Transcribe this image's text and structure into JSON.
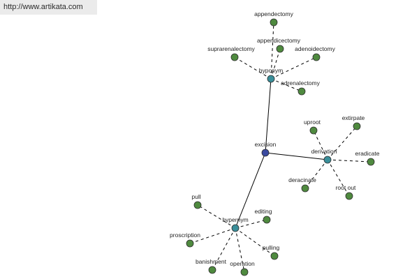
{
  "watermark": {
    "text": "http://www.artikata.com"
  },
  "colors": {
    "center": "#3a4aa0",
    "relation": "#3a8f9a",
    "leaf": "#4f8a3f"
  },
  "graph": {
    "nodes": [
      {
        "id": "excision",
        "label": "excision",
        "kind": "center"
      },
      {
        "id": "hyponym-top",
        "label": "hyponym",
        "kind": "relation"
      },
      {
        "id": "derivation",
        "label": "derivation",
        "kind": "relation"
      },
      {
        "id": "hypernym",
        "label": "hypernym",
        "kind": "relation"
      },
      {
        "id": "appendectomy",
        "label": "appendectomy",
        "kind": "leaf"
      },
      {
        "id": "appendicectomy",
        "label": "appendicectomy",
        "kind": "leaf"
      },
      {
        "id": "suprarenalectomy",
        "label": "suprarenalectomy",
        "kind": "leaf"
      },
      {
        "id": "adenoidectomy",
        "label": "adenoidectomy",
        "kind": "leaf"
      },
      {
        "id": "adrenalectomy",
        "label": "adrenalectomy",
        "kind": "leaf"
      },
      {
        "id": "uproot",
        "label": "uproot",
        "kind": "leaf"
      },
      {
        "id": "extirpate",
        "label": "extirpate",
        "kind": "leaf"
      },
      {
        "id": "eradicate",
        "label": "eradicate",
        "kind": "leaf"
      },
      {
        "id": "deracinate",
        "label": "deracinate",
        "kind": "leaf"
      },
      {
        "id": "root-out",
        "label": "root out",
        "kind": "leaf"
      },
      {
        "id": "pull",
        "label": "pull",
        "kind": "leaf"
      },
      {
        "id": "editing",
        "label": "editing",
        "kind": "leaf"
      },
      {
        "id": "proscription",
        "label": "proscription",
        "kind": "leaf"
      },
      {
        "id": "pulling",
        "label": "pulling",
        "kind": "leaf"
      },
      {
        "id": "banishment",
        "label": "banishment",
        "kind": "leaf"
      },
      {
        "id": "operation",
        "label": "operation",
        "kind": "leaf"
      }
    ],
    "edges": [
      {
        "from": "excision",
        "to": "hyponym-top",
        "style": "solid"
      },
      {
        "from": "excision",
        "to": "derivation",
        "style": "solid"
      },
      {
        "from": "excision",
        "to": "hypernym",
        "style": "solid"
      },
      {
        "from": "hyponym-top",
        "to": "appendectomy",
        "style": "dashed"
      },
      {
        "from": "hyponym-top",
        "to": "appendicectomy",
        "style": "dashed"
      },
      {
        "from": "hyponym-top",
        "to": "suprarenalectomy",
        "style": "dashed"
      },
      {
        "from": "hyponym-top",
        "to": "adenoidectomy",
        "style": "dashed"
      },
      {
        "from": "hyponym-top",
        "to": "adrenalectomy",
        "style": "dashed"
      },
      {
        "from": "derivation",
        "to": "uproot",
        "style": "dashed"
      },
      {
        "from": "derivation",
        "to": "extirpate",
        "style": "dashed"
      },
      {
        "from": "derivation",
        "to": "eradicate",
        "style": "dashed"
      },
      {
        "from": "derivation",
        "to": "deracinate",
        "style": "dashed"
      },
      {
        "from": "derivation",
        "to": "root-out",
        "style": "dashed"
      },
      {
        "from": "hypernym",
        "to": "pull",
        "style": "dashed"
      },
      {
        "from": "hypernym",
        "to": "editing",
        "style": "dashed"
      },
      {
        "from": "hypernym",
        "to": "proscription",
        "style": "dashed"
      },
      {
        "from": "hypernym",
        "to": "pulling",
        "style": "dashed"
      },
      {
        "from": "hypernym",
        "to": "banishment",
        "style": "dashed"
      },
      {
        "from": "hypernym",
        "to": "operation",
        "style": "dashed"
      }
    ]
  }
}
